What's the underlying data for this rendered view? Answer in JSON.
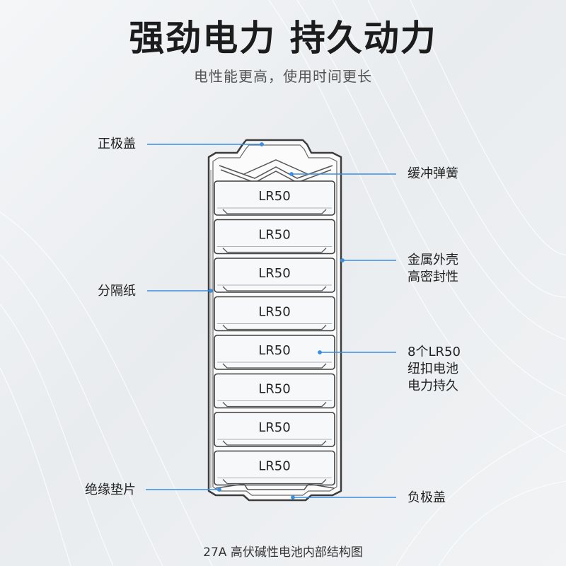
{
  "header": {
    "title": "强劲电力 持久动力",
    "subtitle": "电性能更高，使用时间更长"
  },
  "battery": {
    "cell_label": "LR50",
    "cell_count": 8
  },
  "labels": {
    "positive_cap": "正极盖",
    "buffer_spring": "缓冲弹簧",
    "metal_shell_line1": "金属外壳",
    "metal_shell_line2": "高密封性",
    "separator": "分隔纸",
    "cells_line1": "8个LR50",
    "cells_line2": "纽扣电池",
    "cells_line3": "电力持久",
    "insulating_pad": "绝缘垫片",
    "negative_cap": "负极盖"
  },
  "footer": {
    "caption": "27A 高伏碱性电池内部结构图"
  },
  "colors": {
    "leader_line": "#3a8ee0",
    "shell_stroke": "#444444",
    "cell_fill": "#f7f8f9"
  }
}
